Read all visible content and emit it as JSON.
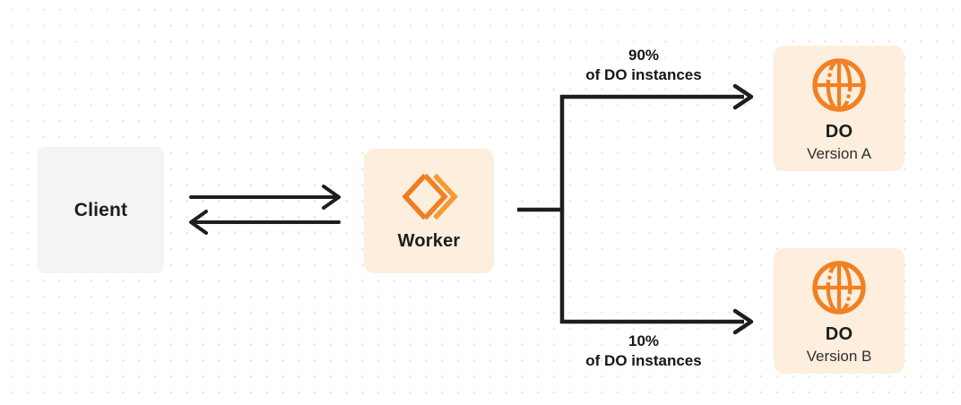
{
  "diagram": {
    "description": "Client to Worker to Durable Object versions traffic-split diagram"
  },
  "colors": {
    "accent_orange": "#f08124",
    "accent_orange_light": "#f9a838",
    "box_cream": "#fdeedd",
    "box_gray": "#f4f4f5",
    "connector_dark": "#1e1e1e",
    "text_primary": "#1d1d1f",
    "text_secondary": "#2f2f31",
    "dot_grid": "#e9e9e9"
  },
  "nodes": {
    "client": {
      "label": "Client"
    },
    "worker": {
      "label": "Worker",
      "icon": "cloudflare-workers-logo-icon"
    },
    "do_a": {
      "title": "DO",
      "subtitle": "Version A",
      "icon": "durable-object-globe-icon"
    },
    "do_b": {
      "title": "DO",
      "subtitle": "Version B",
      "icon": "durable-object-globe-icon"
    }
  },
  "edges": {
    "client_to_worker": {
      "type": "arrow-right"
    },
    "worker_to_client": {
      "type": "arrow-left"
    },
    "split_top": {
      "percent": "90%",
      "caption": "of DO instances"
    },
    "split_bottom": {
      "percent": "10%",
      "caption": "of DO instances"
    }
  }
}
